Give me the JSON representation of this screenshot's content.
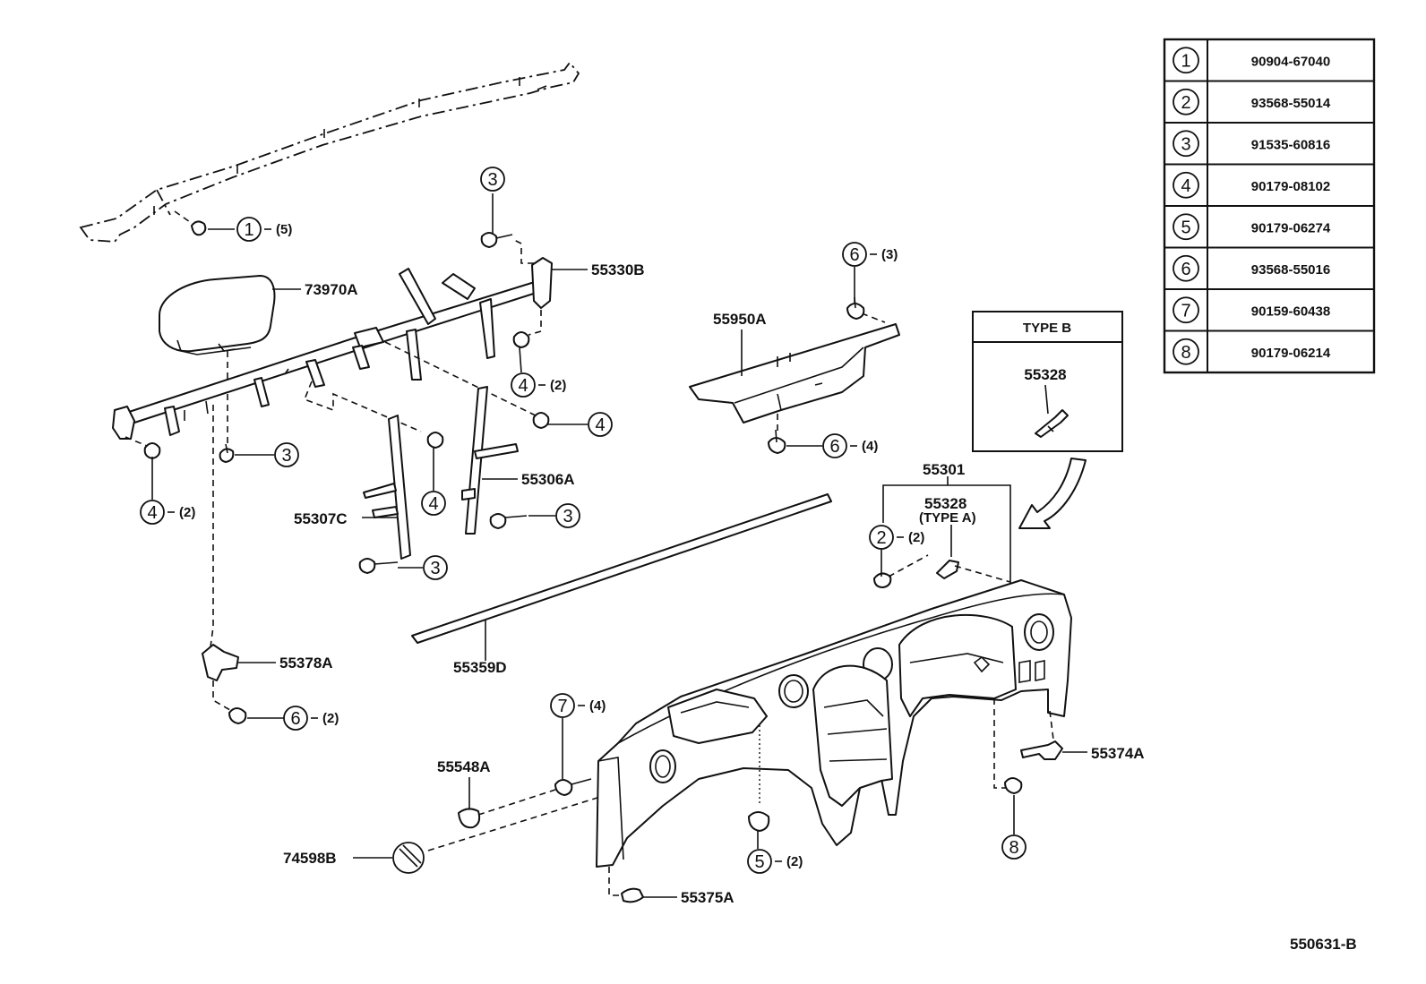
{
  "legend": [
    {
      "num": "1",
      "part": "90904-67040"
    },
    {
      "num": "2",
      "part": "93568-55014"
    },
    {
      "num": "3",
      "part": "91535-60816"
    },
    {
      "num": "4",
      "part": "90179-08102"
    },
    {
      "num": "5",
      "part": "90179-06274"
    },
    {
      "num": "6",
      "part": "93568-55016"
    },
    {
      "num": "7",
      "part": "90159-60438"
    },
    {
      "num": "8",
      "part": "90179-06214"
    }
  ],
  "type_b_box": {
    "title": "TYPE B",
    "part": "55328"
  },
  "labels": {
    "p73970A": "73970A",
    "p55330B": "55330B",
    "p55950A": "55950A",
    "p55306A": "55306A",
    "p55307C": "55307C",
    "p55378A": "55378A",
    "p55359D": "55359D",
    "p55301": "55301",
    "p55328": "55328",
    "p55328_type": "(TYPE A)",
    "p55374A": "55374A",
    "p55548A": "55548A",
    "p74598B": "74598B",
    "p55375A": "55375A",
    "diagram_id": "550631-B"
  },
  "callouts": [
    {
      "id": "c1",
      "num": "1",
      "qty": "(5)"
    },
    {
      "id": "c3a",
      "num": "3",
      "qty": ""
    },
    {
      "id": "c4a",
      "num": "4",
      "qty": "(2)"
    },
    {
      "id": "c4b",
      "num": "4",
      "qty": ""
    },
    {
      "id": "c4c",
      "num": "4",
      "qty": "(2)"
    },
    {
      "id": "c3b",
      "num": "3",
      "qty": ""
    },
    {
      "id": "c4d",
      "num": "4",
      "qty": ""
    },
    {
      "id": "c3c",
      "num": "3",
      "qty": ""
    },
    {
      "id": "c3d",
      "num": "3",
      "qty": ""
    },
    {
      "id": "c6a",
      "num": "6",
      "qty": "(3)"
    },
    {
      "id": "c6b",
      "num": "6",
      "qty": "(4)"
    },
    {
      "id": "c2",
      "num": "2",
      "qty": "(2)"
    },
    {
      "id": "c6c",
      "num": "6",
      "qty": "(2)"
    },
    {
      "id": "c7",
      "num": "7",
      "qty": "(4)"
    },
    {
      "id": "c5",
      "num": "5",
      "qty": "(2)"
    },
    {
      "id": "c8",
      "num": "8",
      "qty": ""
    }
  ]
}
